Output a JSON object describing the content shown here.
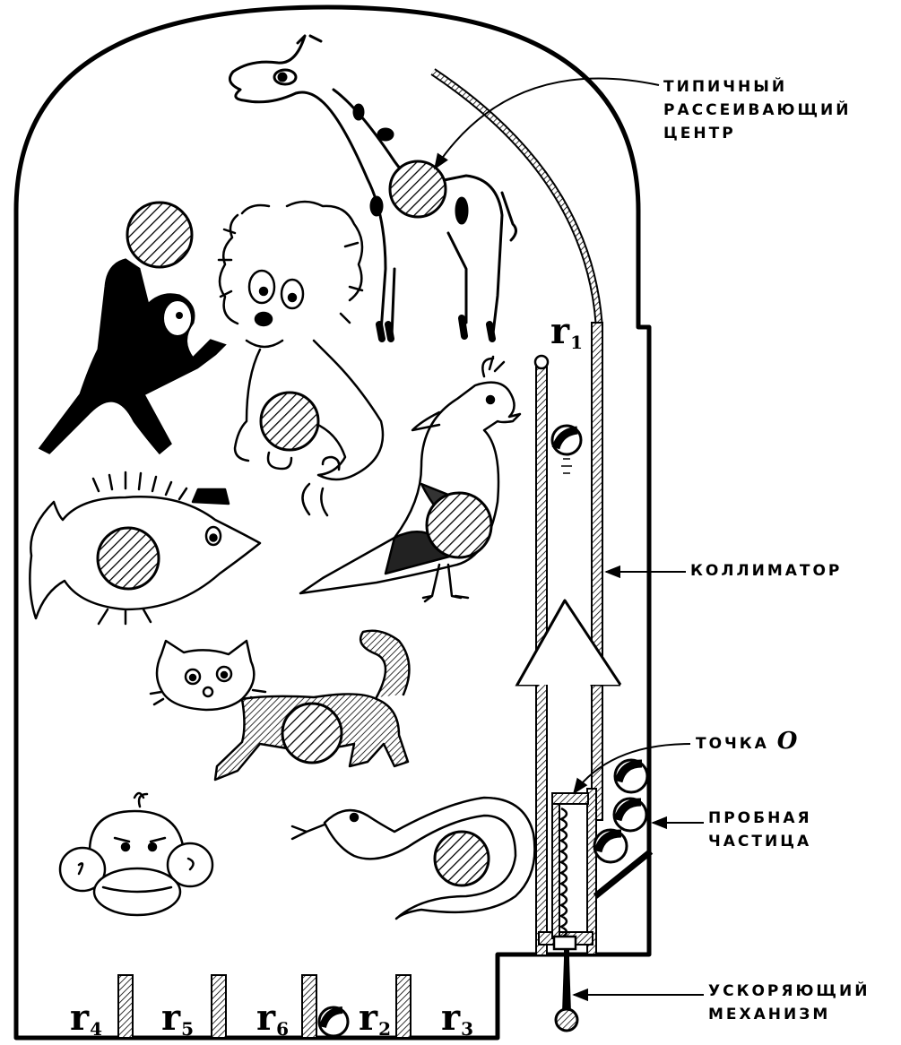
{
  "labels": {
    "scatter_center": [
      "ТИПИЧНЫЙ",
      "РАССЕИВАЮЩИЙ",
      "ЦЕНТР"
    ],
    "collimator": "КОЛЛИМАТОР",
    "point_o_text": "ТОЧКА",
    "point_o_symbol": "O",
    "test_particle": [
      "ПРОБНАЯ",
      "ЧАСТИЦА"
    ],
    "accelerator": [
      "УСКОРЯЮЩИЙ",
      "МЕХАНИЗМ"
    ]
  },
  "r_labels": {
    "r1": {
      "base": "r",
      "sub": "1"
    },
    "r2": {
      "base": "r",
      "sub": "2"
    },
    "r3": {
      "base": "r",
      "sub": "3"
    },
    "r4": {
      "base": "r",
      "sub": "4"
    },
    "r5": {
      "base": "r",
      "sub": "5"
    },
    "r6": {
      "base": "r",
      "sub": "6"
    }
  },
  "figures": [
    "giraffe",
    "monkey",
    "lion",
    "parrot",
    "fish",
    "cat",
    "snake",
    "face"
  ],
  "colors": {
    "ink": "#000000",
    "paper": "#ffffff"
  }
}
